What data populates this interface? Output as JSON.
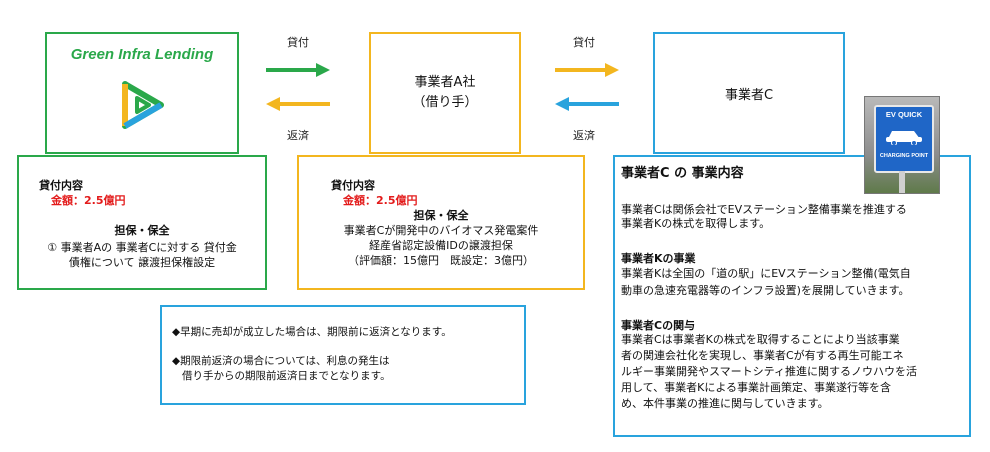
{
  "top": {
    "lender_logo_text": "Green Infra Lending",
    "borrower_line1": "事業者A社",
    "borrower_line2": "（借り手）",
    "company_c": "事業者C",
    "loan_label_left": "貸付",
    "repay_label_left": "返済",
    "loan_label_right": "貸付",
    "repay_label_right": "返済",
    "colors": {
      "green": "#2aa84a",
      "gold": "#f3b61f",
      "blue": "#29a3dd",
      "red": "#e31b1b"
    }
  },
  "box_green": {
    "heading": "貸付内容",
    "amount": "金額：2.5億円",
    "collateral_heading": "担保・保全",
    "collateral_line1": "① 事業者Aの 事業者Cに対する 貸付金",
    "collateral_line2": "債権について 譲渡担保権設定"
  },
  "box_gold": {
    "heading": "貸付内容",
    "amount": "金額：2.5億円",
    "collateral_heading": "担保・保全",
    "line1": "事業者Cが開発中のバイオマス発電案件",
    "line2": "経産省認定設備IDの譲渡担保",
    "line3": "（評価額：15億円　既設定：3億円）"
  },
  "notes": {
    "note1": "◆早期に売却が成立した場合は、期限前に返済となります。",
    "note2a": "◆期限前返済の場合については、利息の発生は",
    "note2b": "借り手からの期限前返済日までとなります。"
  },
  "right_panel": {
    "title": "事業者C の 事業内容",
    "p1_line1": "事業者Cは関係会社でEVステーション整備事業を推進する",
    "p1_line2": "事業者Kの株式を取得します。",
    "h2": "事業者Kの事業",
    "p2_line1": "事業者Kは全国の「道の駅」にEVステーション整備(電気自",
    "p2_line2": "動車の急速充電器等のインフラ設置)を展開していきます。",
    "h3": "事業者Cの関与",
    "p3_line1": "事業者Cは事業者Kの株式を取得することにより当該事業",
    "p3_line2": "者の関連会社化を実現し、事業者Cが有する再生可能エネ",
    "p3_line3": "ルギー事業開発やスマートシティ推進に関するノウハウを活",
    "p3_line4": "用して、事業者Kによる事業計画策定、事業遂行等を含",
    "p3_line5": "め、本件事業の推進に関与していきます。",
    "photo_sign_top": "EV QUICK",
    "photo_sign_bottom": "CHARGING POINT"
  }
}
